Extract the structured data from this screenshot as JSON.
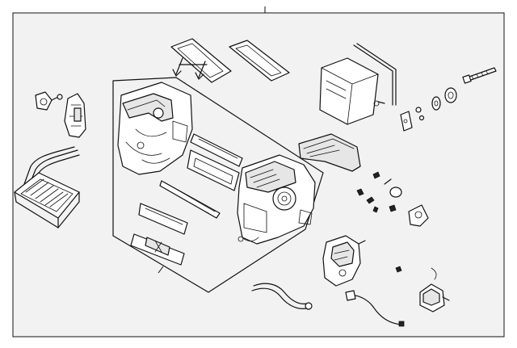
{
  "diagram": {
    "type": "exploded-parts-diagram",
    "background": "#ffffff",
    "frame_fill": "#f2f2f2",
    "line_color": "#111111",
    "callouts": [
      {
        "id": "top-leader",
        "label": ""
      },
      {
        "id": "assembly-leader",
        "label": ""
      }
    ],
    "parts": [
      "heater-core",
      "heater-pipes",
      "side-bracket",
      "clip-connector",
      "case-half-left",
      "filter-seals-top",
      "arrow-indicator",
      "control-module",
      "long-rod",
      "long-bolt",
      "clip-set",
      "duct-seals",
      "case-half-right",
      "door-flap",
      "small-clips",
      "blower-housing",
      "actuator-motor",
      "drain-hose",
      "wire-harness",
      "duct-gaskets"
    ]
  }
}
